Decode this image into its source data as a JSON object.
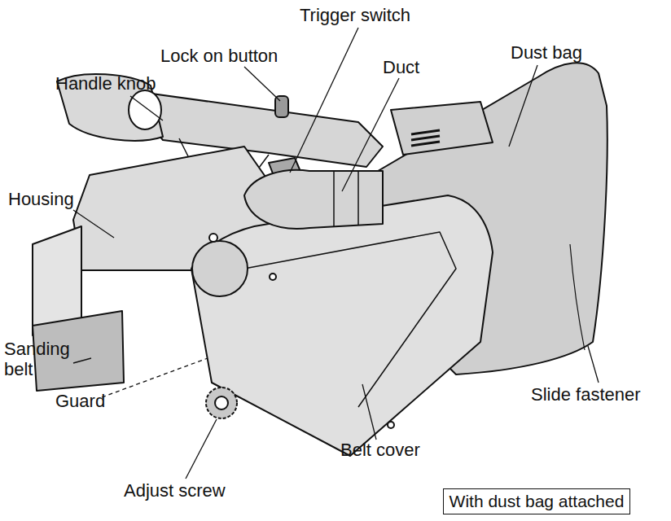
{
  "diagram": {
    "nodes": [
      {
        "text": [
          "With dust bag attached"
        ]
      }
    ],
    "labels": [
      "Handle knob",
      "Lock on button",
      "Trigger switch",
      "Duct",
      "Dust bag",
      "Housing",
      "Slide fastener",
      "Sanding belt",
      "Guard",
      "Belt cover",
      "Adjust screw"
    ]
  }
}
